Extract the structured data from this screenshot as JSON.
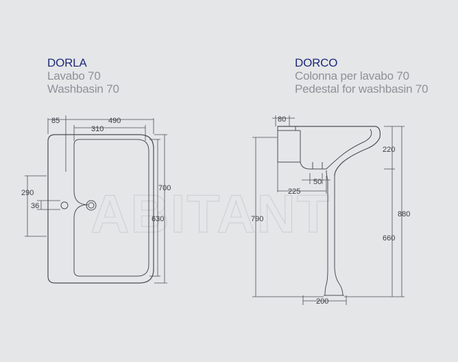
{
  "left": {
    "code": "DORLA",
    "line1": "Lavabo 70",
    "line2": "Washbasin 70",
    "dims": {
      "d85": "85",
      "d490": "490",
      "d310": "310",
      "d700": "700",
      "d630": "630",
      "d290": "290",
      "d36": "36"
    }
  },
  "right": {
    "code": "DORCO",
    "line1": "Colonna per lavabo 70",
    "line2": "Pedestal for washbasin 70",
    "dims": {
      "d80": "80",
      "d220": "220",
      "d50": "50",
      "d225": "225",
      "d790": "790",
      "d880": "880",
      "d660": "660",
      "d200": "200"
    }
  },
  "watermark": "ABITANT",
  "colors": {
    "background": "#e4e6e8",
    "line": "#4a4e53",
    "title": "#1f2a78",
    "subtitle": "#8e9297"
  }
}
